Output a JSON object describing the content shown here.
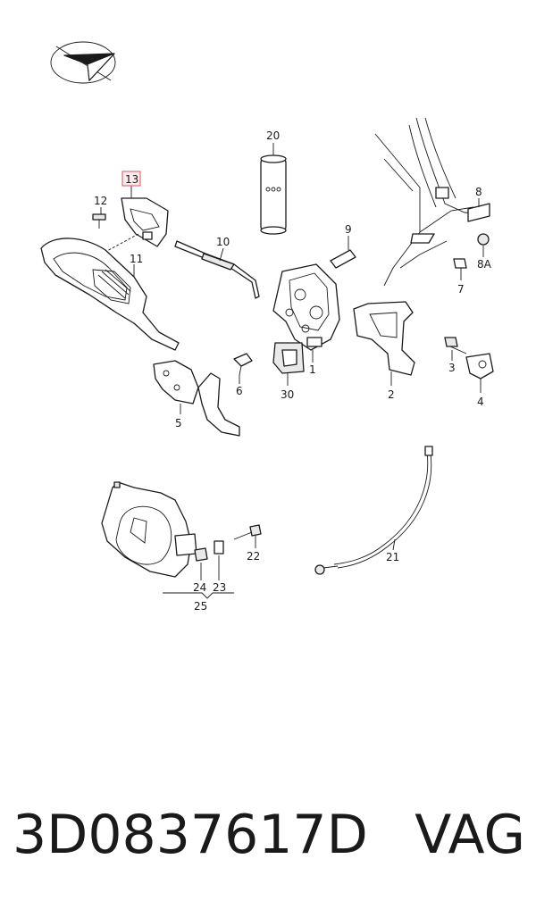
{
  "callouts": {
    "c1": "1",
    "c2": "2",
    "c3": "3",
    "c4": "4",
    "c5": "5",
    "c6": "6",
    "c7": "7",
    "c8": "8",
    "c8a": "8A",
    "c9": "9",
    "c10": "10",
    "c11": "11",
    "c12": "12",
    "c13": "13",
    "c20": "20",
    "c21": "21",
    "c22": "22",
    "c23": "23",
    "c24": "24",
    "c25": "25",
    "c30": "30"
  },
  "highlighted_callout": "13",
  "highlight_color": "#d9636f",
  "footer": {
    "part_number": "3D0837617D",
    "brand": "VAG"
  }
}
